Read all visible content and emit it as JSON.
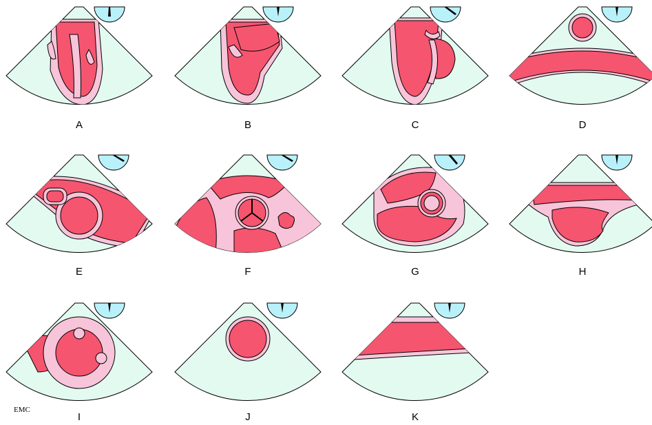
{
  "panels": [
    {
      "id": "A",
      "label": "A",
      "probe_icon": "transducer-orientation-icon"
    },
    {
      "id": "B",
      "label": "B",
      "probe_icon": "transducer-orientation-icon"
    },
    {
      "id": "C",
      "label": "C",
      "probe_icon": "transducer-orientation-icon"
    },
    {
      "id": "D",
      "label": "D",
      "probe_icon": "transducer-orientation-icon"
    },
    {
      "id": "E",
      "label": "E",
      "probe_icon": "transducer-orientation-icon"
    },
    {
      "id": "F",
      "label": "F",
      "probe_icon": "transducer-orientation-icon"
    },
    {
      "id": "G",
      "label": "G",
      "probe_icon": "transducer-orientation-icon"
    },
    {
      "id": "H",
      "label": "H",
      "probe_icon": "transducer-orientation-icon"
    },
    {
      "id": "I",
      "label": "I",
      "probe_icon": "transducer-orientation-icon"
    },
    {
      "id": "J",
      "label": "J",
      "probe_icon": "transducer-orientation-icon"
    },
    {
      "id": "K",
      "label": "K",
      "probe_icon": "transducer-orientation-icon"
    }
  ],
  "logo": "EMC",
  "colors": {
    "sector_fill": "#e3faf0",
    "chamber_fill": "#f5556f",
    "wall_fill": "#f8c4d9",
    "gauge_fill": "#b9f1fb",
    "outline": "#000000"
  }
}
